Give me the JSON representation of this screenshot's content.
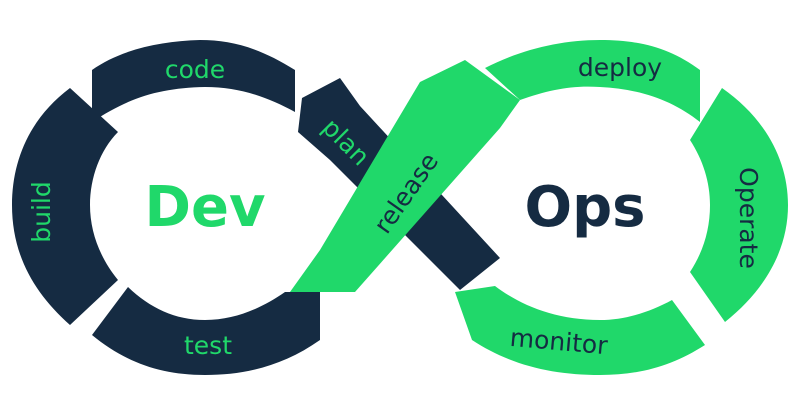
{
  "colors": {
    "navy": "#152b42",
    "green": "#20d86a",
    "background": "#ffffff"
  },
  "dev": {
    "title": "Dev",
    "stages": [
      "code",
      "build",
      "test",
      "plan"
    ]
  },
  "ops": {
    "title": "Ops",
    "stages": [
      "deploy",
      "Operate",
      "monitor",
      "release"
    ]
  }
}
